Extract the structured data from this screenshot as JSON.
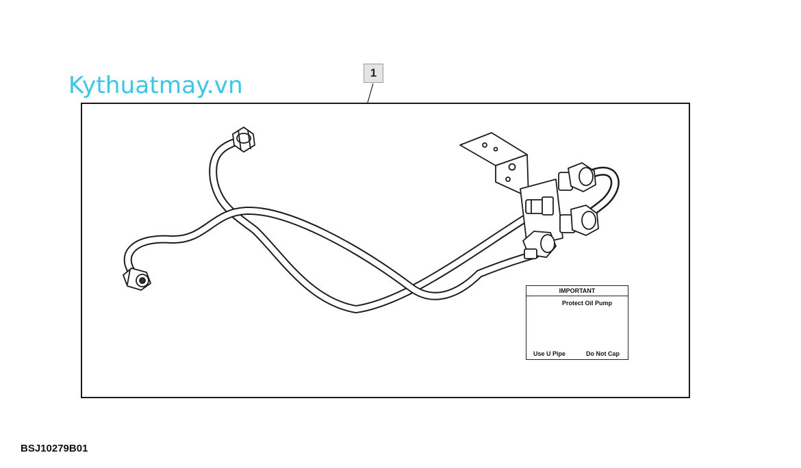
{
  "watermark": "Kythuatmay.vn",
  "callout": {
    "label": "1"
  },
  "important_card": {
    "heading": "IMPORTANT",
    "warning": "Protect Oil Pump",
    "left_caption": "Use U Pipe",
    "right_caption": "Do Not Cap"
  },
  "figure_code": "BSJ10279B01"
}
